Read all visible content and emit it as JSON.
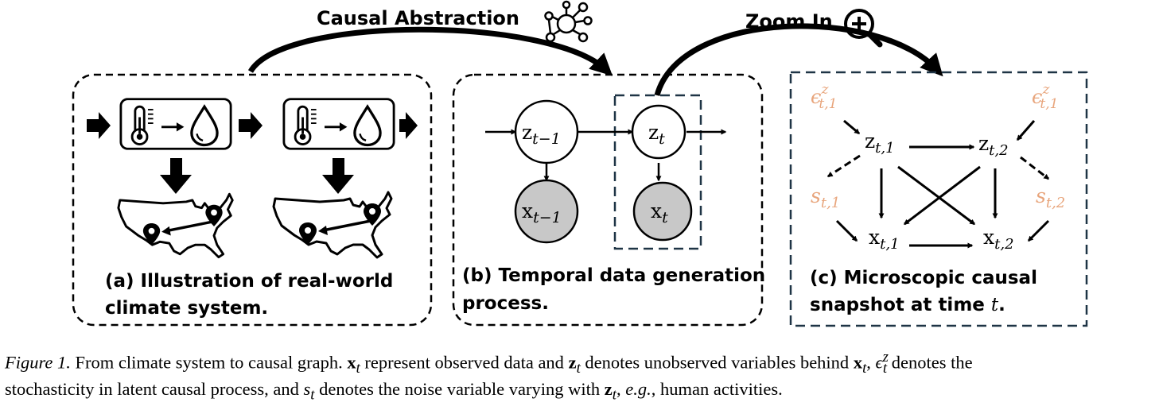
{
  "top_labels": {
    "causal_abstraction": "Causal Abstraction",
    "zoom_in": "Zoom In"
  },
  "panel_a": {
    "caption_line1": "(a) Illustration of real-world",
    "caption_line2": "climate system."
  },
  "panel_b": {
    "caption_line1": "(b) Temporal data generation",
    "caption_line2": "process.",
    "node_z_prev": {
      "base": "z",
      "sub": "t−1"
    },
    "node_z_t": {
      "base": "z",
      "sub": "t"
    },
    "node_x_prev": {
      "base": "x",
      "sub": "t−1"
    },
    "node_x_t": {
      "base": "x",
      "sub": "t"
    }
  },
  "panel_c": {
    "caption_line1": "(c) Microscopic causal",
    "caption_line2_text": "snapshot at time ",
    "caption_line2_var": "t",
    "caption_line2_end": ".",
    "eps_left": {
      "base": "ϵ",
      "sup": "z",
      "sub": "t,1"
    },
    "eps_right": {
      "base": "ϵ",
      "sup": "z",
      "sub": "t,1"
    },
    "z1": {
      "base": "z",
      "sub": "t,1"
    },
    "z2": {
      "base": "z",
      "sub": "t,2"
    },
    "s1": {
      "base": "s",
      "sub": "t,1"
    },
    "s2": {
      "base": "s",
      "sub": "t,2"
    },
    "x1": {
      "base": "x",
      "sub": "t,1"
    },
    "x2": {
      "base": "x",
      "sub": "t,2"
    }
  },
  "colors": {
    "noise": "#e8a57c",
    "observed_fill": "#c8c8c8",
    "snapshot_border": "#1e3445"
  },
  "caption": {
    "lead": "Figure 1.",
    "line1_a": " From climate system to causal graph. ",
    "x_t": "x",
    "t1": "t",
    "line1_b": " represent observed data and ",
    "z_t": "z",
    "t2": "t",
    "line1_c": " denotes unobserved variables behind ",
    "x_t2": "x",
    "t3": "t",
    "line1_d": ", ",
    "eps": "ϵ",
    "eps_sup": "z",
    "eps_sub": "t",
    "line1_e": " denotes the",
    "line2_a": "stochasticity in latent causal process, and ",
    "s_t": "s",
    "t4": "t",
    "line2_b": " denotes the noise variable varying with ",
    "z_t2": "z",
    "t5": "t",
    "line2_c": ", ",
    "eg": "e.g.",
    "line2_d": ", human activities."
  }
}
